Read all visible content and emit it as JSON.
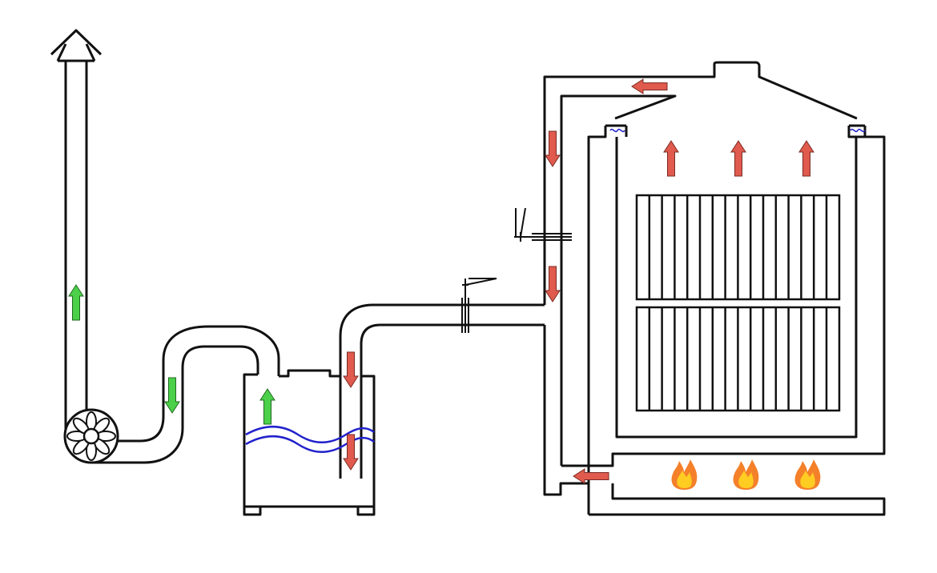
{
  "diagram": {
    "kind": "boiler-flue-gas-condensing-system-schematic",
    "colors": {
      "line": "#111111",
      "hot_arrow": "#e05a4e",
      "cool_arrow": "#4cd04a",
      "water": "#2222cc",
      "flame_outer": "#f4802a",
      "flame_inner": "#ffcc22",
      "background": "#ffffff"
    },
    "components": [
      {
        "id": "chimney",
        "icon": "chimney-cap-icon"
      },
      {
        "id": "fan",
        "icon": "fan-icon"
      },
      {
        "id": "u-bend-duct",
        "icon": "duct"
      },
      {
        "id": "condensing-tank",
        "icon": "water-tank"
      },
      {
        "id": "flue-duct",
        "icon": "duct"
      },
      {
        "id": "damper-valves",
        "icon": "valve-icon"
      },
      {
        "id": "boiler",
        "icon": "boiler"
      },
      {
        "id": "heat-exchanger",
        "icon": "radiator-tubes"
      },
      {
        "id": "burners",
        "icon": "flame-icon"
      }
    ],
    "flow_legend": {
      "hot_flue_gas": "red-arrows",
      "cooled_gas": "green-arrows"
    }
  }
}
